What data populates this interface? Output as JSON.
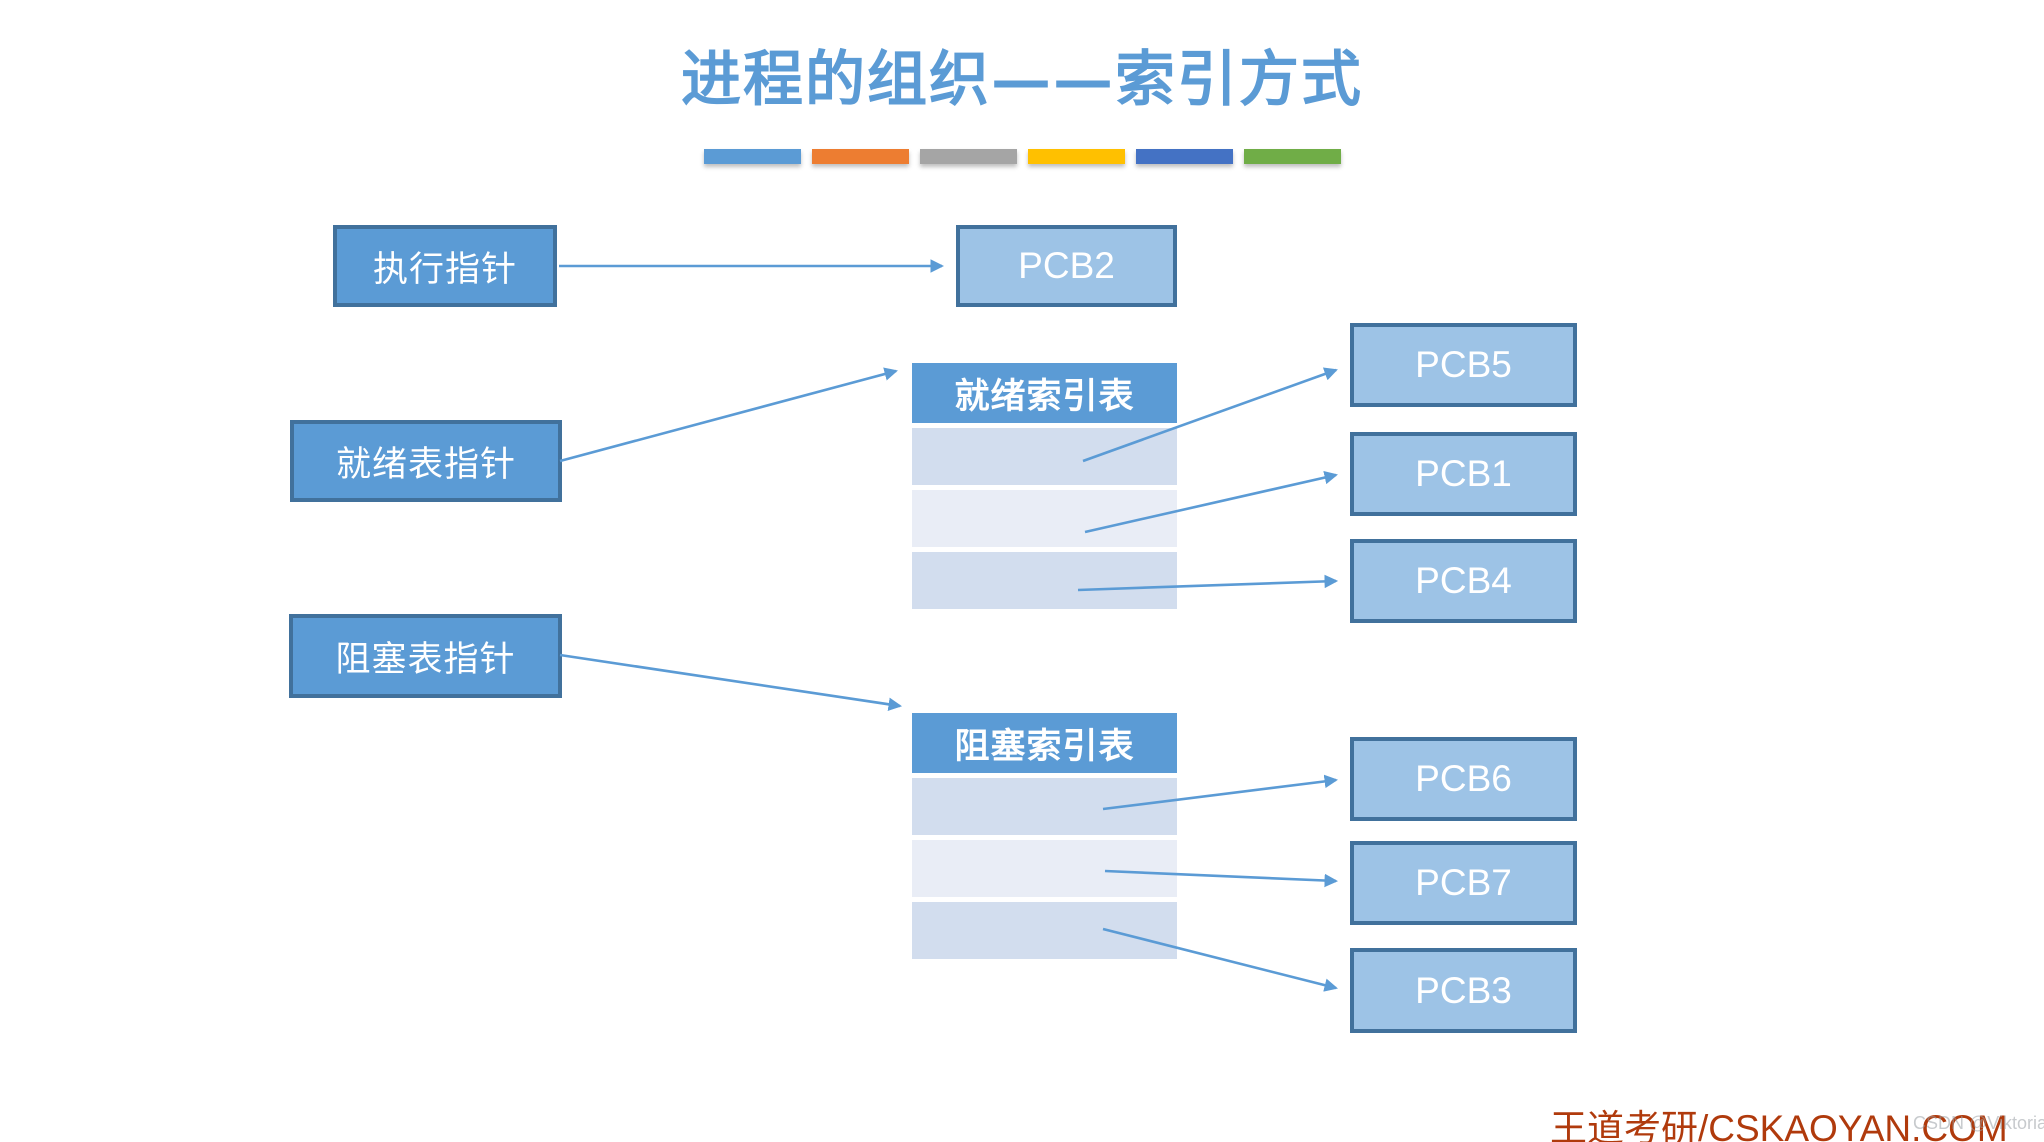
{
  "page": {
    "title": "进程的组织——索引方式",
    "accent_bars": [
      "#5b9bd5",
      "#ed7d31",
      "#a5a5a5",
      "#ffc000",
      "#4472c4",
      "#70ad47"
    ]
  },
  "pointers": {
    "exec": {
      "label": "执行指针"
    },
    "ready": {
      "label": "就绪表指针"
    },
    "blocked": {
      "label": "阻塞表指针"
    }
  },
  "tables": {
    "ready": {
      "title": "就绪索引表",
      "row_count": 3
    },
    "blocked": {
      "title": "阻塞索引表",
      "row_count": 3
    }
  },
  "pcbs": {
    "running": "PCB2",
    "ready": [
      "PCB5",
      "PCB1",
      "PCB4"
    ],
    "blocked": [
      "PCB6",
      "PCB7",
      "PCB3"
    ]
  },
  "colors": {
    "title": "#5b9bd5",
    "pointer_box_fill": "#5b9bd5",
    "pcb_box_fill": "#9dc3e6",
    "box_border": "#41719c",
    "table_header_fill": "#5b9bd5",
    "table_band_dark": "#d2ddee",
    "table_band_light": "#e9edf6",
    "arrow": "#5b9bd5",
    "footer_brand": "#b03a0c"
  },
  "footer": {
    "brand": "王道考研/CSKAOYAN.COM",
    "watermark": "CSDN @Viktoriae"
  }
}
